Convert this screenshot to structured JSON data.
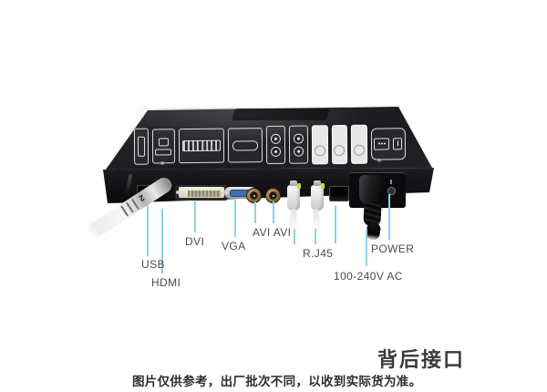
{
  "colors": {
    "background": "#ffffff",
    "device_body": "#17171a",
    "leader_line": "#8ed2e8",
    "label_text": "#4a4a4a",
    "title_text": "#3b3b3b",
    "dvi_connector": "#e9e3d4",
    "vga_connector": "#3f6fae",
    "bnc_connector": "#a5824e",
    "cable_tab": "#c9d838"
  },
  "ports": {
    "usb": {
      "label": "USB"
    },
    "hdmi": {
      "label": "HDMI"
    },
    "dvi": {
      "label": "DVI"
    },
    "vga": {
      "label": "VGA"
    },
    "avi": {
      "label": "AVI AVI"
    },
    "rj45": {
      "label": "R.J45"
    },
    "power": {
      "label": "POWER"
    },
    "ac": {
      "label": "100-240V AC"
    }
  },
  "caption": {
    "title": "背后接口",
    "disclaimer": "图片仅供参考，出厂批次不同，以收到实际货为准。"
  },
  "icons": {
    "top_panel": [
      "usb-port-icon",
      "io-port-icon",
      "dvi-port-icon",
      "vga-port-icon",
      "bnc-pair-icon",
      "bnc-pair-icon",
      "label-strip-icon",
      "label-strip-icon",
      "label-strip-icon",
      "power-socket-icon",
      "power-switch-icon"
    ]
  }
}
